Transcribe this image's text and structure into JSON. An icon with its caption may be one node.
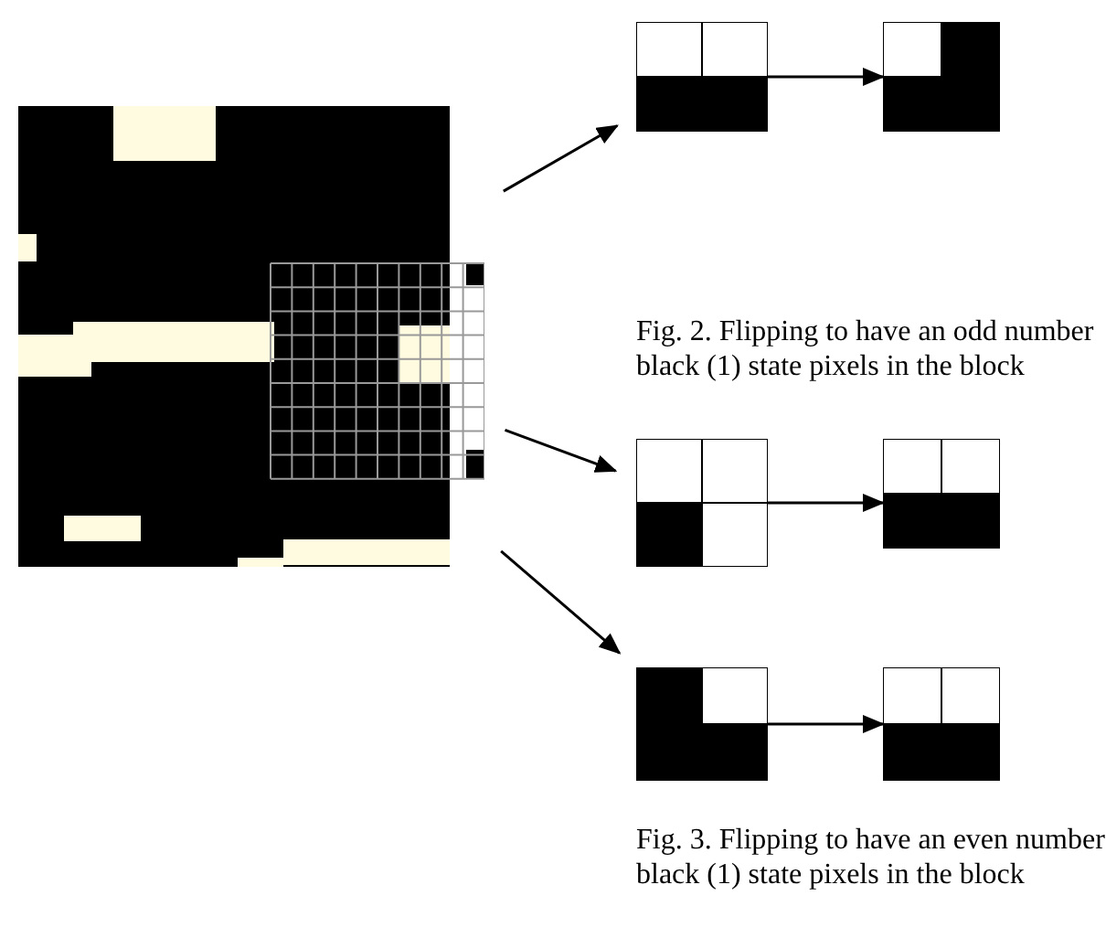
{
  "diagram": {
    "nodes": [
      {
        "text": [],
        "shape": "picture"
      },
      {
        "text": [],
        "shape": "box"
      },
      {
        "text": [],
        "shape": "box"
      },
      {
        "text": [],
        "shape": "box"
      },
      {
        "text": [],
        "shape": "box"
      },
      {
        "text": [],
        "shape": "box"
      },
      {
        "text": [],
        "shape": "box"
      }
    ],
    "edges": [
      {
        "from": 0,
        "to": 1,
        "arrow": "to"
      },
      {
        "from": 1,
        "to": 2,
        "arrow": "to"
      },
      {
        "from": 0,
        "to": 3,
        "arrow": "to"
      },
      {
        "from": 3,
        "to": 4,
        "arrow": "to"
      },
      {
        "from": 0,
        "to": 5,
        "arrow": "to"
      },
      {
        "from": 5,
        "to": 6,
        "arrow": "to"
      }
    ],
    "labels": [
      "Fig. 2. Flipping to have an odd number black (1) state pixels in the block",
      "Fig. 3. Flipping to have an even number black (1) state pixels in the block"
    ]
  }
}
